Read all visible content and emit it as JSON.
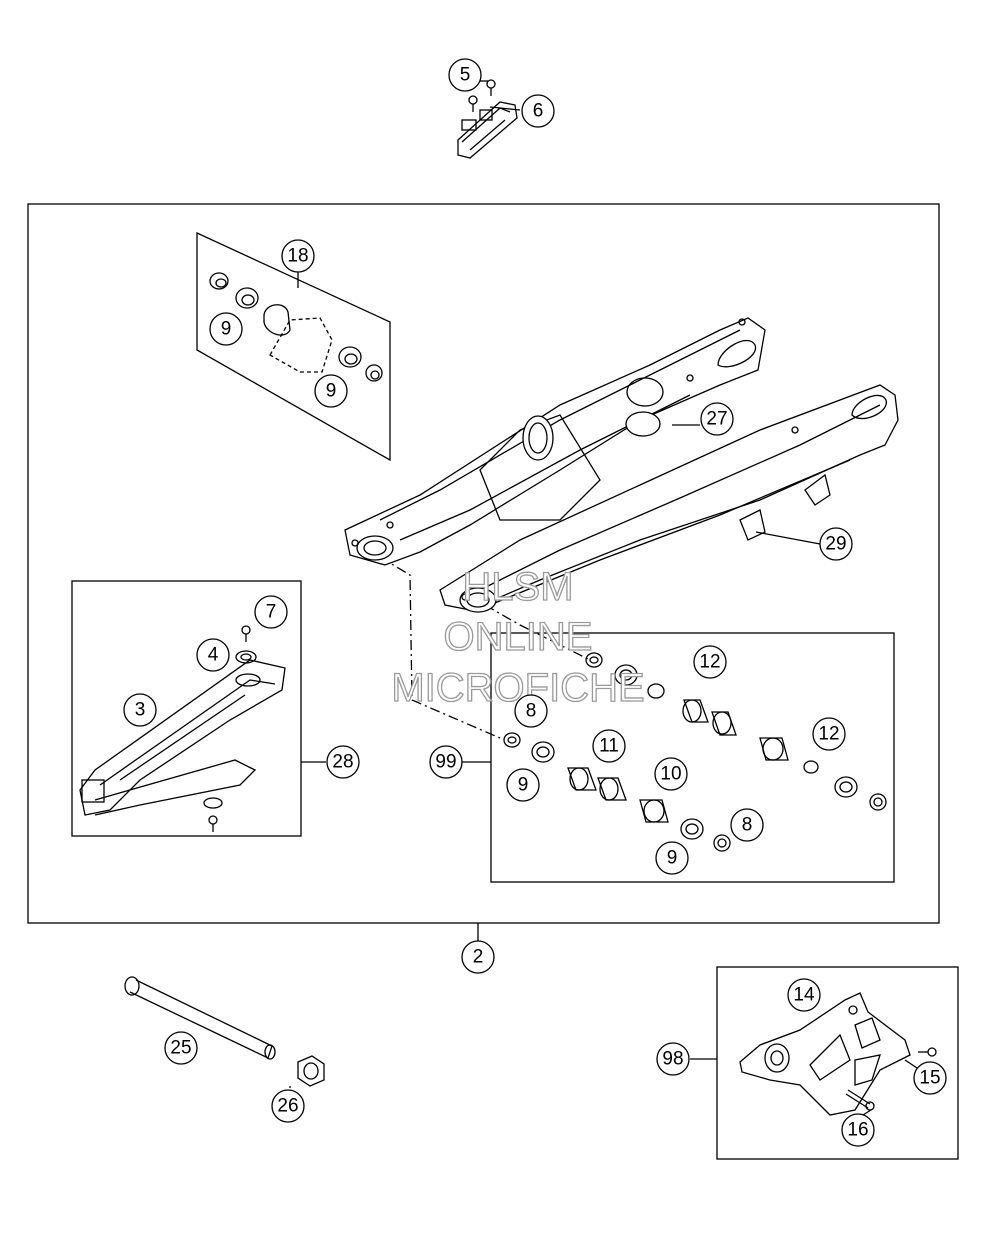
{
  "watermark": {
    "line1": "HLSM",
    "line2": "ONLINE",
    "line3": "MICROFICHE"
  },
  "callouts": {
    "c2": "2",
    "c3": "3",
    "c4": "4",
    "c5": "5",
    "c6": "6",
    "c7": "7",
    "c8a": "8",
    "c8b": "8",
    "c9a": "9",
    "c9b": "9",
    "c9c": "9",
    "c9d": "9",
    "c10": "10",
    "c11": "11",
    "c12a": "12",
    "c12b": "12",
    "c14": "14",
    "c15": "15",
    "c16": "16",
    "c18": "18",
    "c25": "25",
    "c26": "26",
    "c27": "27",
    "c28": "28",
    "c29": "29",
    "c98": "98",
    "c99": "99"
  },
  "colors": {
    "line": "#000000",
    "part_fill": "#ffffff",
    "watermark_stroke": "#9a9a9a"
  }
}
